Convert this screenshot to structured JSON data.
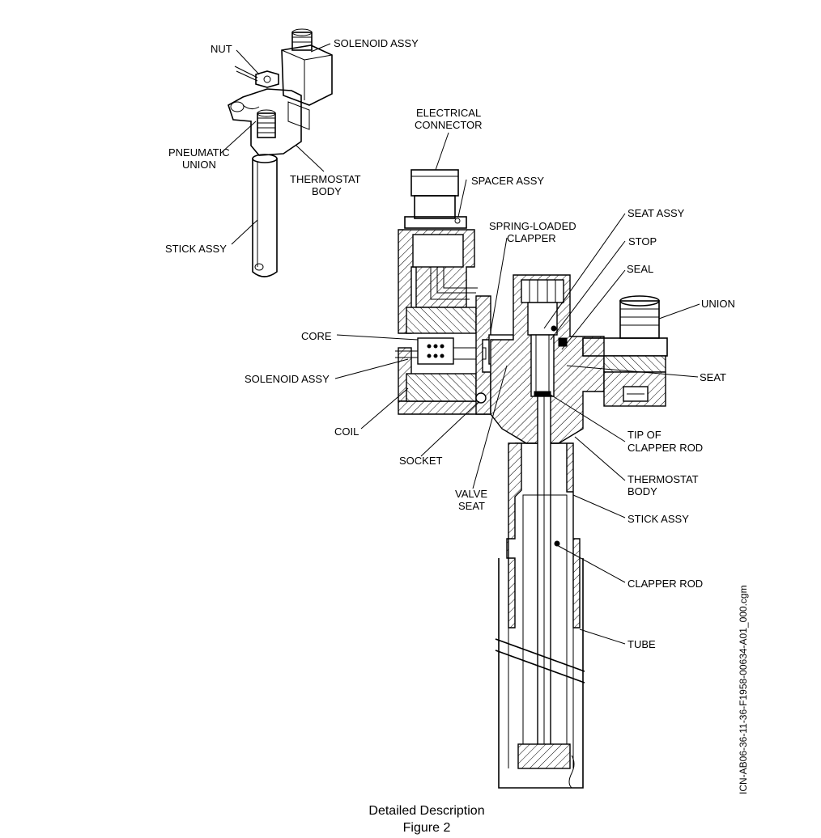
{
  "labels": {
    "nut": "NUT",
    "solenoid_assy_top": "SOLENOID ASSY",
    "pneumatic_union_1": "PNEUMATIC",
    "pneumatic_union_2": "UNION",
    "thermostat_body_top_1": "THERMOSTAT",
    "thermostat_body_top_2": "BODY",
    "stick_assy_top": "STICK ASSY",
    "electrical_connector_1": "ELECTRICAL",
    "electrical_connector_2": "CONNECTOR",
    "spacer_assy": "SPACER ASSY",
    "spring_loaded_clapper_1": "SPRING-LOADED",
    "spring_loaded_clapper_2": "CLAPPER",
    "seat_assy": "SEAT ASSY",
    "stop": "STOP",
    "seal": "SEAL",
    "union": "UNION",
    "core": "CORE",
    "solenoid_assy": "SOLENOID ASSY",
    "seat": "SEAT",
    "coil": "COIL",
    "tip_of_clapper_rod_1": "TIP OF",
    "tip_of_clapper_rod_2": "CLAPPER ROD",
    "socket": "SOCKET",
    "thermostat_body_1": "THERMOSTAT",
    "thermostat_body_2": "BODY",
    "valve_seat_1": "VALVE",
    "valve_seat_2": "SEAT",
    "stick_assy": "STICK ASSY",
    "clapper_rod": "CLAPPER ROD",
    "tube": "TUBE"
  },
  "figure_id": "ICN-AB06-36-11-36-F1958-00634-A01_000.cgm",
  "caption": {
    "line1": "Detailed Description",
    "line2": "Figure 2"
  }
}
